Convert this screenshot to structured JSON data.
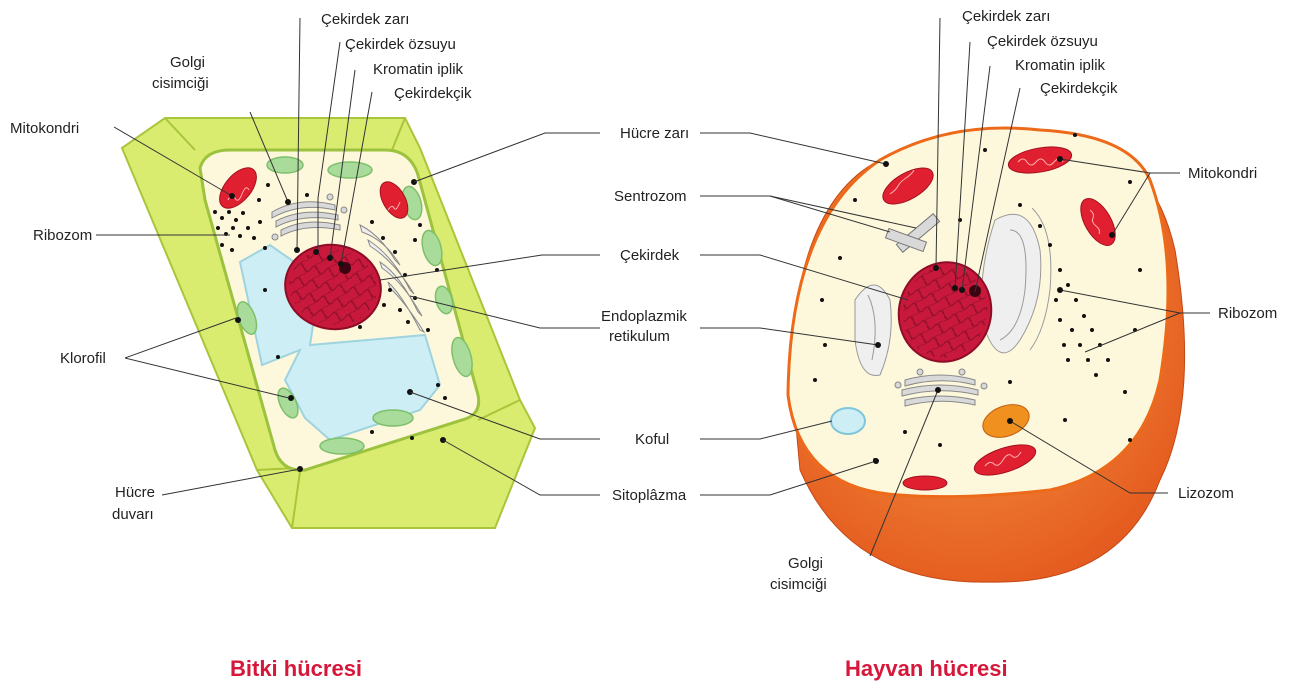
{
  "titles": {
    "plant": "Bitki hücresi",
    "animal": "Hayvan hücresi"
  },
  "plant_labels": {
    "cekirdek_zari": "Çekirdek zarı",
    "cekirdek_ozsuyu": "Çekirdek özsuyu",
    "kromatin_iplik": "Kromatin iplik",
    "cekirdekcik": "Çekirdekçik",
    "golgi_line1": "Golgi",
    "golgi_line2": "cisimciği",
    "mitokondri": "Mitokondri",
    "ribozom": "Ribozom",
    "klorofil": "Klorofil",
    "hucre_duvari_line1": "Hücre",
    "hucre_duvari_line2": "duvarı"
  },
  "shared_labels": {
    "hucre_zari": "Hücre zarı",
    "sentrozom": "Sentrozom",
    "cekirdek": "Çekirdek",
    "er_line1": "Endoplazmik",
    "er_line2": "retikulum",
    "koful": "Koful",
    "sitoplazma": "Sitoplâzma"
  },
  "animal_labels": {
    "cekirdek_zari": "Çekirdek zarı",
    "cekirdek_ozsuyu": "Çekirdek özsuyu",
    "kromatin_iplik": "Kromatin iplik",
    "cekirdekcik": "Çekirdekçik",
    "mitokondri": "Mitokondri",
    "ribozom": "Ribozom",
    "lizozom": "Lizozom",
    "golgi_line1": "Golgi",
    "golgi_line2": "cisimciği"
  },
  "colors": {
    "title_red": "#d6173a",
    "cell_wall_green": "#d9ec70",
    "cytoplasm_cream": "#fdf8dc",
    "nucleus_red": "#c8193d",
    "mitochondria_red": "#e02030",
    "chloroplast_green": "#a9dc9a",
    "vacuole_blue": "#cdeef5",
    "animal_membrane_orange": "#ec6a1a",
    "lysosome_orange": "#f0901e"
  }
}
